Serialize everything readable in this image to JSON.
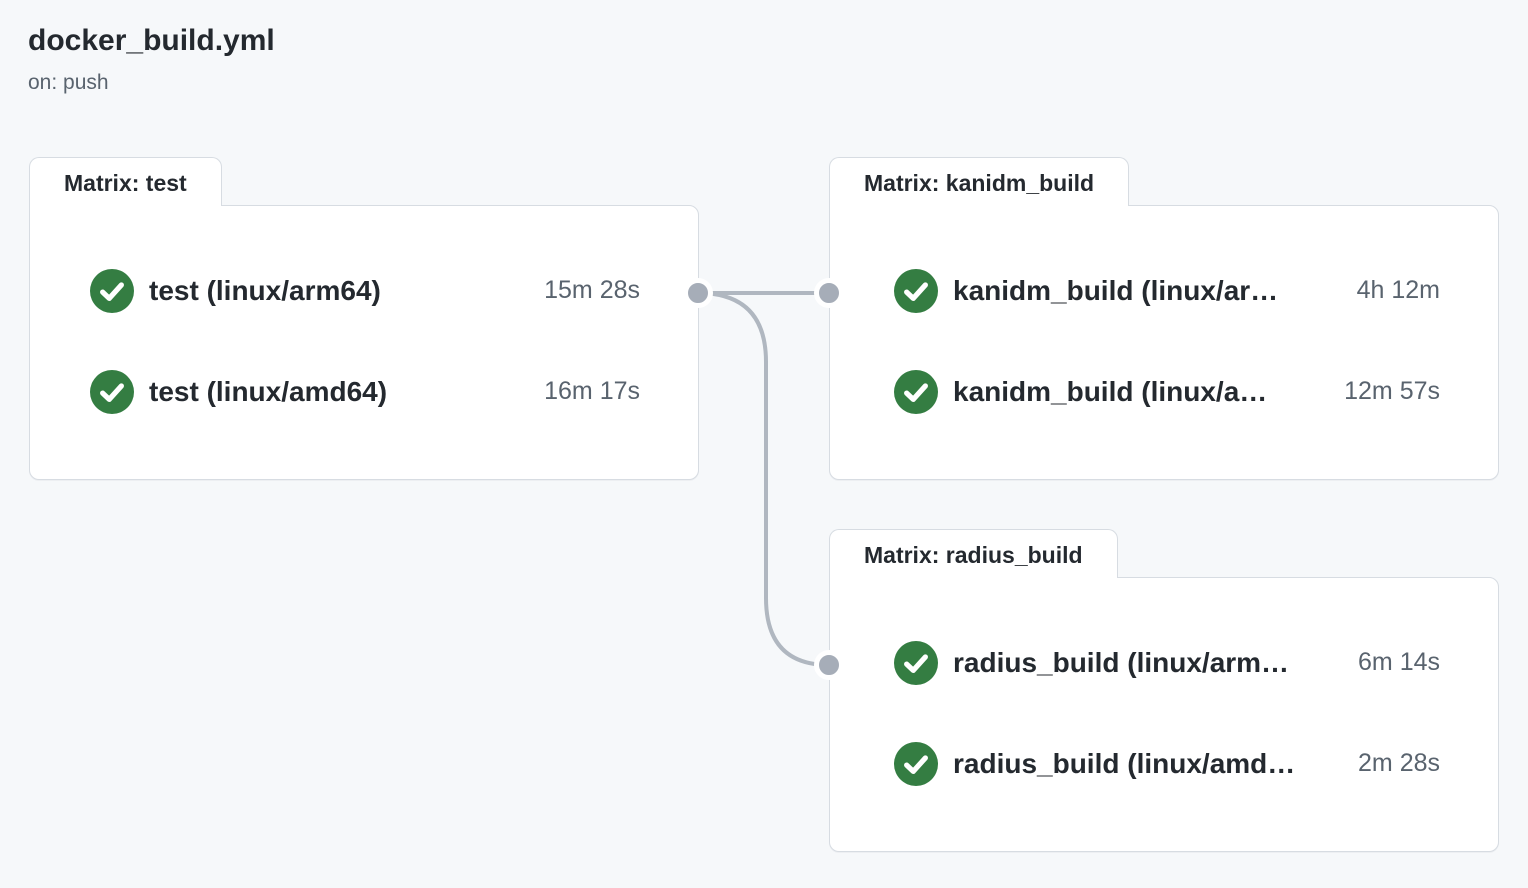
{
  "header": {
    "title": "docker_build.yml",
    "trigger": "on: push"
  },
  "colors": {
    "page_background": "#f6f8fa",
    "card_background": "#ffffff",
    "card_border": "#d7dce2",
    "success_green": "#347d42",
    "connector_line": "#b0b7c0",
    "connector_dot": "#a6adb8",
    "text_primary": "#24292f",
    "text_secondary": "#59636e"
  },
  "graph": {
    "cards": [
      {
        "tab": "Matrix: test",
        "rows": [
          {
            "icon": "check-circle-success",
            "status": "success",
            "name": "test (linux/arm64)",
            "duration": "15m 28s"
          },
          {
            "icon": "check-circle-success",
            "status": "success",
            "name": "test (linux/amd64)",
            "duration": "16m 17s"
          }
        ]
      },
      {
        "tab": "Matrix: kanidm_build",
        "rows": [
          {
            "icon": "check-circle-success",
            "status": "success",
            "name": "kanidm_build (linux/ar…",
            "duration": "4h 12m"
          },
          {
            "icon": "check-circle-success",
            "status": "success",
            "name": "kanidm_build (linux/a…",
            "duration": "12m 57s"
          }
        ]
      },
      {
        "tab": "Matrix: radius_build",
        "rows": [
          {
            "icon": "check-circle-success",
            "status": "success",
            "name": "radius_build (linux/arm…",
            "duration": "6m 14s"
          },
          {
            "icon": "check-circle-success",
            "status": "success",
            "name": "radius_build (linux/amd…",
            "duration": "2m 28s"
          }
        ]
      }
    ],
    "edges": [
      {
        "from": "Matrix: test",
        "to": "Matrix: kanidm_build"
      },
      {
        "from": "Matrix: test",
        "to": "Matrix: radius_build"
      }
    ]
  }
}
